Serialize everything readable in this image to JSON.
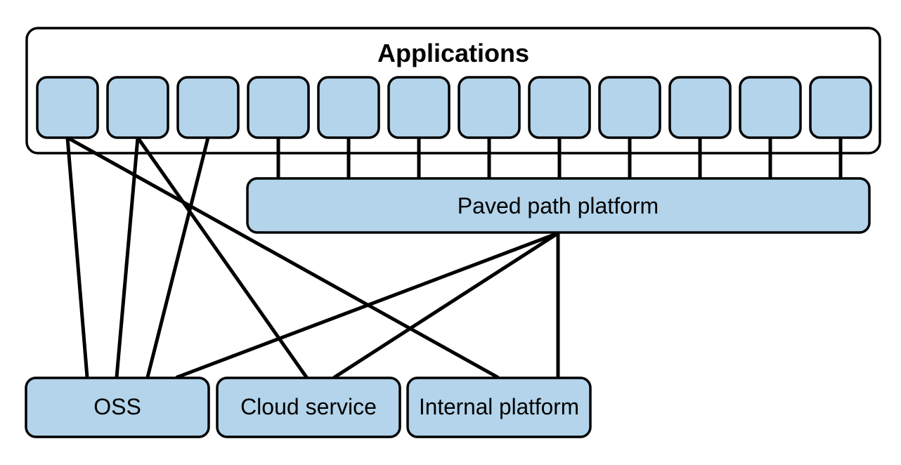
{
  "applications": {
    "title": "Applications",
    "app_count": 12
  },
  "paved_path": {
    "label": "Paved path platform"
  },
  "targets": [
    {
      "id": "oss",
      "label": "OSS"
    },
    {
      "id": "cloud",
      "label": "Cloud service"
    },
    {
      "id": "internal",
      "label": "Internal platform"
    }
  ],
  "colors": {
    "box_fill": "#b3d4ea",
    "stroke": "#000000",
    "background": "#ffffff"
  }
}
